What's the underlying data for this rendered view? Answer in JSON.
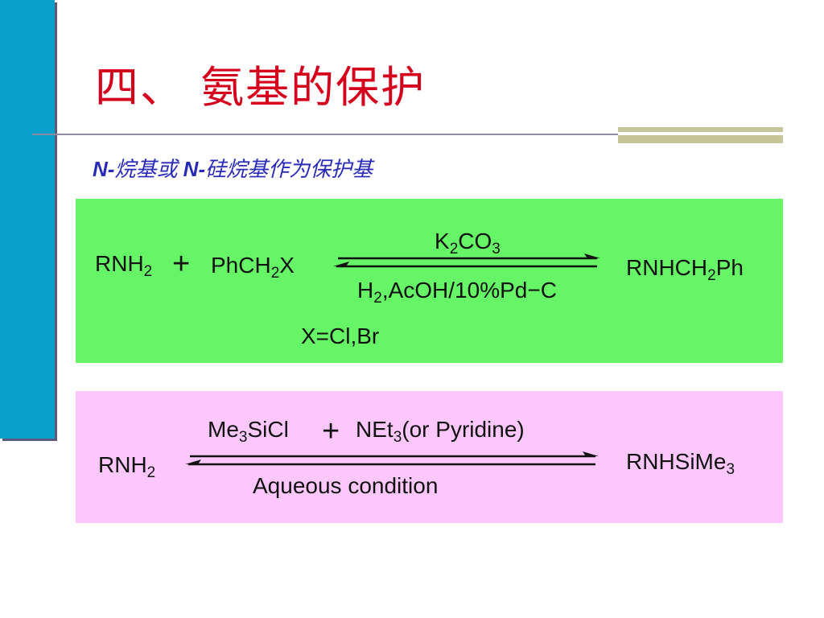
{
  "title": "四、  氨基的保护",
  "subtitle": {
    "n1": "N-",
    "t1": "烷基或 ",
    "n2": "N-",
    "t2": "硅烷基作为保护基"
  },
  "reaction1": {
    "reactant_a": {
      "main": "RNH",
      "sub": "2"
    },
    "plus": "+",
    "reactant_b": {
      "p1": "PhCH",
      "s1": "2",
      "p2": "X"
    },
    "reagent_top": {
      "p1": "K",
      "s1": "2",
      "p2": "CO",
      "s2": "3"
    },
    "reagent_bottom": {
      "p1": "H",
      "s1": "2",
      "p2": ",AcOH/10%Pd−C"
    },
    "product": {
      "p1": "RNHCH",
      "s1": "2",
      "p2": "Ph"
    },
    "note": "X=Cl,Br"
  },
  "reaction2": {
    "reactant": {
      "main": "RNH",
      "sub": "2"
    },
    "reagent_top_a": {
      "p1": "Me",
      "s1": "3",
      "p2": "SiCl"
    },
    "plus": "+",
    "reagent_top_b": {
      "p1": "NEt",
      "s1": "3",
      "p2": "(or Pyridine)"
    },
    "reagent_bottom": "Aqueous condition",
    "product": {
      "p1": "RNHSiMe",
      "s1": "3"
    }
  },
  "colors": {
    "sidebar": "#0aa0cc",
    "title": "#d4001c",
    "subtitle": "#2a2ab8",
    "panel_green": "#66f566",
    "panel_pink": "#fcc8fc"
  }
}
